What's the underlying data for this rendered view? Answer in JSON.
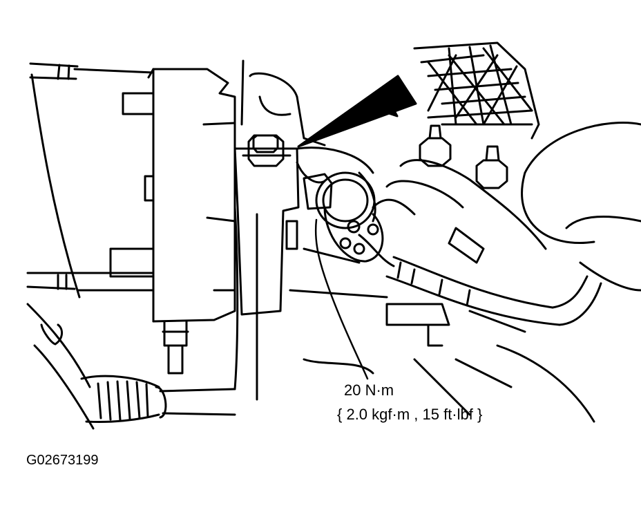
{
  "diagram": {
    "torque_spec": {
      "value": "20 N·m",
      "conversions": "{ 2.0 kgf·m , 15 ft·lbf }"
    },
    "figure_code": "G02673199",
    "callout_arrow": "arrow-pointing-to-fitting",
    "colors": {
      "ink": "#000000",
      "paper": "#ffffff"
    }
  }
}
